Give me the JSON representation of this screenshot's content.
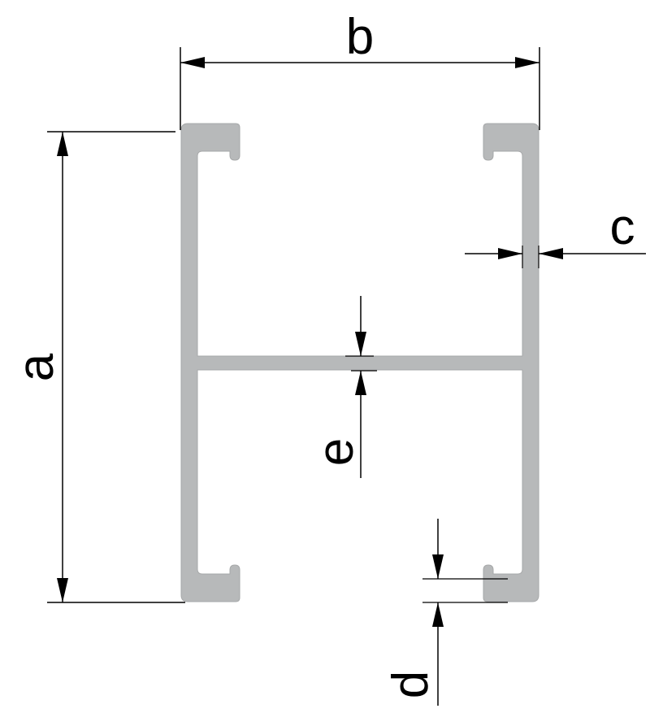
{
  "colors": {
    "profile_fill": "#b7b9ba",
    "profile_stroke": "#a6a8a9",
    "line": "#000000",
    "background": "#ffffff"
  },
  "labels": {
    "a": "a",
    "b": "b",
    "c": "c",
    "d": "d",
    "e": "e"
  }
}
